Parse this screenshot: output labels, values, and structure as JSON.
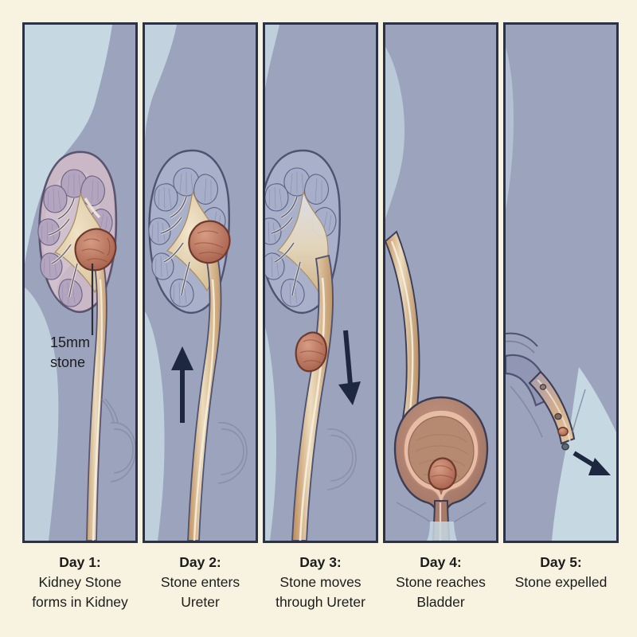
{
  "figure": {
    "title_visible": false,
    "background_color": "#f7f3e0",
    "panel_border_color": "#2c3246",
    "body_color": "#9ba3bd",
    "skin_highlight_color": "#c6d8e2",
    "stone_color": "#b9705c",
    "stone_outline_color": "#6e3a2e",
    "ureter_fill_color": "#d6b183",
    "kidney_fill_color": "#cbb8c6",
    "kidney_outline_color": "#5b5470",
    "bladder_fill_color": "#a87a6a",
    "arrow_color": "#1e2740",
    "text_color": "#1c1c1c"
  },
  "annotations": {
    "stone_label_line1": "15mm",
    "stone_label_line2": "stone"
  },
  "panels": [
    {
      "id": "panel-1",
      "day_label": "Day 1:",
      "desc_line1": "Kidney Stone",
      "desc_line2": "forms in Kidney",
      "scene": "kidney-with-stone"
    },
    {
      "id": "panel-2",
      "day_label": "Day 2:",
      "desc_line1": "Stone enters",
      "desc_line2": "Ureter",
      "scene": "stone-at-ureter-junction"
    },
    {
      "id": "panel-3",
      "day_label": "Day 3:",
      "desc_line1": "Stone moves",
      "desc_line2": "through Ureter",
      "scene": "stone-descending-ureter"
    },
    {
      "id": "panel-4",
      "day_label": "Day 4:",
      "desc_line1": "Stone reaches",
      "desc_line2": "Bladder",
      "scene": "stone-in-bladder"
    },
    {
      "id": "panel-5",
      "day_label": "Day 5:",
      "desc_line1": "Stone expelled",
      "desc_line2": "",
      "scene": "stone-expelled-urethra"
    }
  ]
}
